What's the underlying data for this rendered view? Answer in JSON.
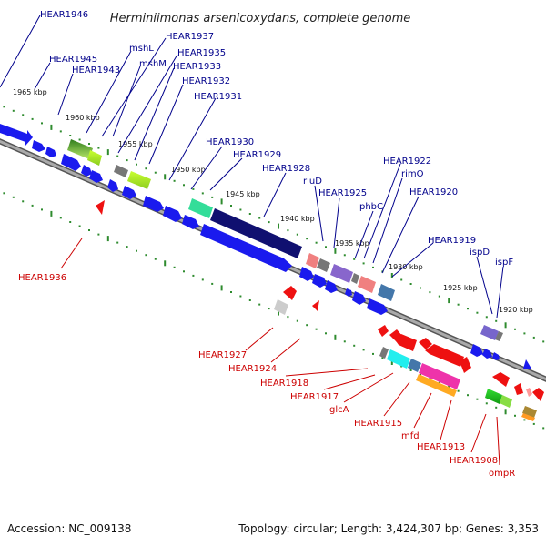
{
  "title": "Herminiimonas arsenicoxydans, complete genome",
  "footer": {
    "accession": "Accession: NC_009138",
    "summary": "Topology: circular; Length: 3,424,307 bp; Genes: 3,353"
  },
  "colors": {
    "forward_label": "#00008b",
    "reverse_label": "#cc0000",
    "forward_gene": "#0000ee",
    "reverse_gene": "#ee0000",
    "tick": "#2e8b2e",
    "backbone": "#999999"
  },
  "kbp_ticks": [
    {
      "label": "1965 kbp",
      "kbp": 1965
    },
    {
      "label": "1960 kbp",
      "kbp": 1960
    },
    {
      "label": "1955 kbp",
      "kbp": 1955
    },
    {
      "label": "1950 kbp",
      "kbp": 1950
    },
    {
      "label": "1945 kbp",
      "kbp": 1945
    },
    {
      "label": "1940 kbp",
      "kbp": 1940
    },
    {
      "label": "1935 kbp",
      "kbp": 1935
    },
    {
      "label": "1930 kbp",
      "kbp": 1930
    },
    {
      "label": "1925 kbp",
      "kbp": 1925
    },
    {
      "label": "1920 kbp",
      "kbp": 1920
    }
  ],
  "forward_labels": [
    "HEAR1946",
    "HEAR1945",
    "HEAR1943",
    "mshL",
    "HEAR1937",
    "mshM",
    "HEAR1935",
    "HEAR1933",
    "HEAR1932",
    "HEAR1931",
    "HEAR1930",
    "HEAR1929",
    "HEAR1928",
    "rluD",
    "HEAR1925",
    "phbC",
    "HEAR1922",
    "rimO",
    "HEAR1920",
    "HEAR1919",
    "ispD",
    "ispF"
  ],
  "reverse_labels": [
    "HEAR1936",
    "HEAR1927",
    "HEAR1924",
    "HEAR1918",
    "HEAR1917",
    "glcA",
    "HEAR1915",
    "mfd",
    "HEAR1913",
    "HEAR1908",
    "ompR"
  ]
}
